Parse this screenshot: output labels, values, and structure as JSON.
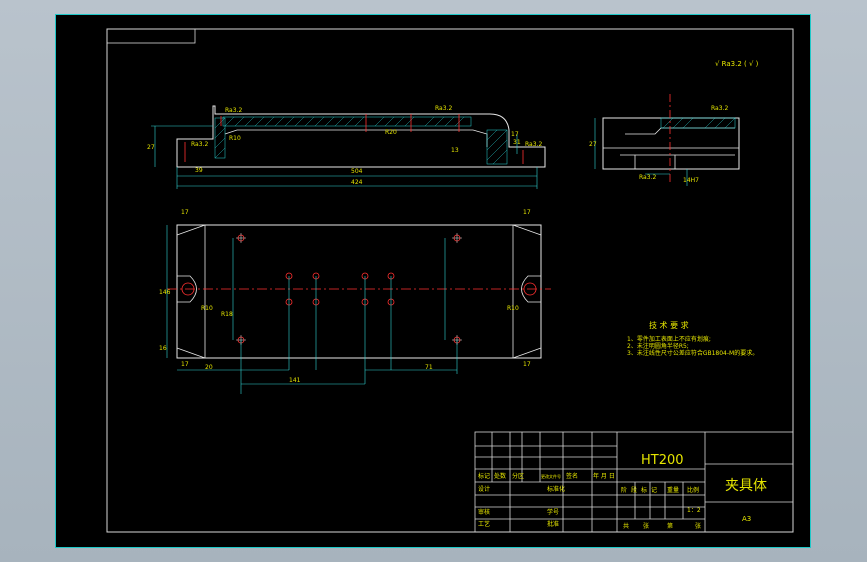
{
  "title_block": {
    "material": "HT200",
    "part_name": "夹具体",
    "sheet_size": "A3",
    "scale_header": "比例",
    "scale_value": "1：2",
    "row_labels": [
      "标记",
      "处数",
      "分区",
      "更改文件号",
      "签名",
      "年 月 日"
    ],
    "design": "设计",
    "standardization": "标准化",
    "review": "审核",
    "process": "工艺",
    "approve": "批准",
    "student_id": "学号",
    "stage_header": [
      "阶",
      "段",
      "标",
      "记",
      "重量"
    ],
    "sheets": [
      "共",
      "张",
      "第",
      "张"
    ]
  },
  "tech_req": {
    "heading": "技 术 要 求",
    "items": [
      "1、零件加工表面上不应有划痕;",
      "2、未注明圆角半径R5;",
      "3、未注线性尺寸公差应符合GB1804-M的要求。"
    ]
  },
  "roughness_note": "√ Ra3.2 ( √ )",
  "dimensions": {
    "front": [
      "Ra3.2",
      "Ra3.2",
      "Ra3.2",
      "Ra3.2",
      "27",
      "39",
      "R20",
      "13",
      "R10",
      "504",
      "424",
      "31",
      "17"
    ],
    "side": [
      "Ra3.2",
      "Ra3.2",
      "27",
      "14H7"
    ],
    "top": [
      "17",
      "17",
      "17",
      "17",
      "146",
      "16",
      "R10",
      "R10",
      "R18",
      "20",
      "141",
      "71"
    ]
  },
  "colors": {
    "frame": "#d8d8d8",
    "outline": "#e8e8e8",
    "dimension": "#32d4d4",
    "center": "#ff3030",
    "annotation": "#e6e600",
    "hatch": "#2bd5d5"
  }
}
